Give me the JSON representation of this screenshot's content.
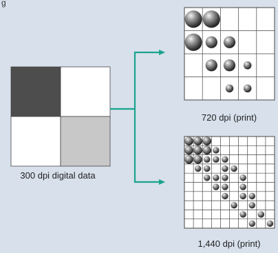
{
  "labels": {
    "source": "300 dpi digital data",
    "print_720": "720 dpi (print)",
    "print_1440": "1,440 dpi (print)"
  },
  "colors": {
    "background": "#d7e0eb",
    "arrow": "#1aa38d",
    "dark_pixel": "#4d4d4d",
    "light_pixel": "#c8c8c8",
    "white": "#ffffff",
    "grid_line": "#444444"
  },
  "source_grid": {
    "cells": [
      "dark",
      "white",
      "white",
      "light"
    ]
  },
  "grid_720": {
    "rows": 4,
    "cols": 5,
    "dots": [
      [
        3,
        3,
        0,
        0,
        0
      ],
      [
        3,
        2,
        2,
        0,
        0
      ],
      [
        0,
        2,
        2,
        1,
        0
      ],
      [
        0,
        0,
        1,
        1,
        0
      ]
    ]
  },
  "grid_1440": {
    "rows": 10,
    "cols": 10,
    "dots": [
      [
        2,
        2,
        2,
        0,
        0,
        0,
        0,
        0,
        0,
        0
      ],
      [
        2,
        2,
        2,
        1,
        0,
        0,
        0,
        0,
        0,
        0
      ],
      [
        2,
        2,
        1,
        1,
        1,
        0,
        0,
        0,
        0,
        0
      ],
      [
        0,
        1,
        1,
        0,
        1,
        1,
        0,
        0,
        0,
        0
      ],
      [
        0,
        0,
        1,
        1,
        1,
        0,
        1,
        0,
        0,
        0
      ],
      [
        0,
        0,
        0,
        1,
        1,
        0,
        1,
        0,
        0,
        0
      ],
      [
        0,
        0,
        0,
        0,
        1,
        0,
        1,
        1,
        0,
        0
      ],
      [
        0,
        0,
        0,
        0,
        0,
        1,
        0,
        1,
        0,
        0
      ],
      [
        0,
        0,
        0,
        0,
        0,
        0,
        1,
        0,
        1,
        0
      ],
      [
        0,
        0,
        0,
        0,
        0,
        0,
        0,
        1,
        0,
        1
      ]
    ]
  }
}
